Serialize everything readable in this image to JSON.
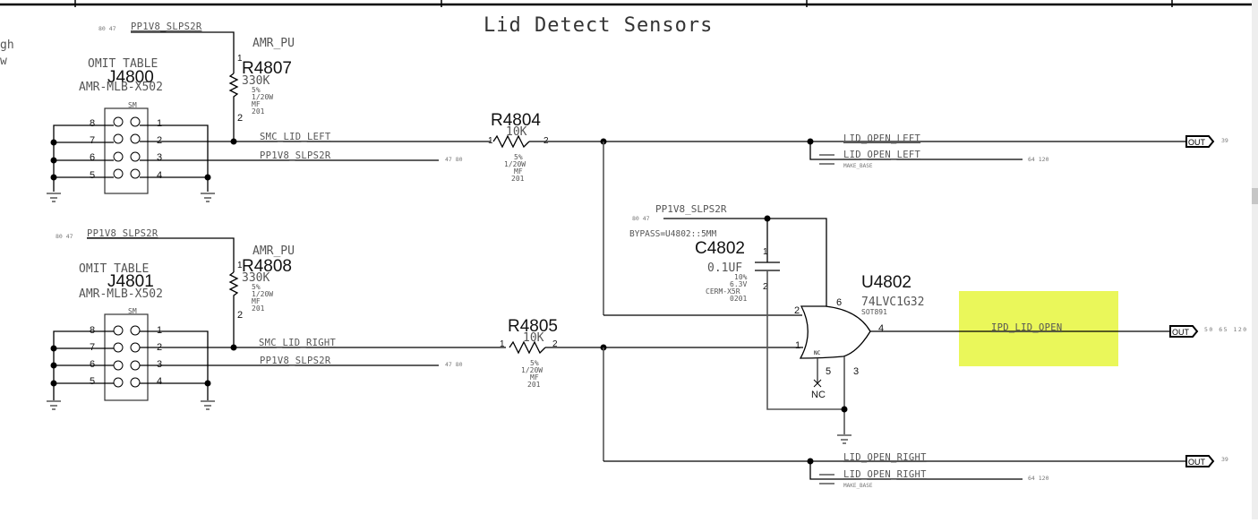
{
  "sheet": {
    "title": "Lid Detect Sensors",
    "edge_text": [
      "gh",
      "w"
    ]
  },
  "colors": {
    "highlight": "#eaf75a",
    "wire": "#000000",
    "net_label": "#555555"
  },
  "connectors": [
    {
      "refdes": "J4800",
      "omit": "OMIT TABLE",
      "part": "AMR-MLB-X502",
      "package": "SM",
      "left_pins": [
        "8",
        "7",
        "6",
        "5"
      ],
      "right_pins": [
        "1",
        "2",
        "3",
        "4"
      ]
    },
    {
      "refdes": "J4801",
      "omit": "OMIT TABLE",
      "part": "AMR-MLB-X502",
      "package": "SM",
      "left_pins": [
        "8",
        "7",
        "6",
        "5"
      ],
      "right_pins": [
        "1",
        "2",
        "3",
        "4"
      ]
    }
  ],
  "pullups": [
    {
      "refdes": "R4807",
      "group": "AMR_PU",
      "value": "330K",
      "tol": "5%",
      "power": "1/20W",
      "type": "MF",
      "size": "201",
      "pin1": "1",
      "pin2": "2",
      "supply": {
        "name": "PP1V8_SLPS2R",
        "refs": "80 47"
      }
    },
    {
      "refdes": "R4808",
      "group": "AMR_PU",
      "value": "330K",
      "tol": "5%",
      "power": "1/20W",
      "type": "MF",
      "size": "201",
      "pin1": "1",
      "pin2": "2",
      "supply": {
        "name": "PP1V8_SLPS2R",
        "refs": "80 47"
      }
    }
  ],
  "series_resistors": [
    {
      "refdes": "R4804",
      "value": "10K",
      "tol": "5%",
      "power": "1/20W",
      "type": "MF",
      "size": "201",
      "pin1": "1",
      "pin2": "2"
    },
    {
      "refdes": "R4805",
      "value": "10K",
      "tol": "5%",
      "power": "1/20W",
      "type": "MF",
      "size": "201",
      "pin1": "1",
      "pin2": "2"
    }
  ],
  "nets": {
    "smc_lid_left": "SMC_LID_LEFT",
    "smc_lid_right": "SMC_LID_RIGHT",
    "pp_left": {
      "name": "PP1V8_SLPS2R",
      "refs": "47 80"
    },
    "pp_right": {
      "name": "PP1V8_SLPS2R",
      "refs": "47 80"
    },
    "gate_supply": {
      "name": "PP1V8_SLPS2R",
      "refs": "80 47"
    },
    "lid_open_left": {
      "name": "LID_OPEN_LEFT",
      "port": "OUT",
      "refs": "39"
    },
    "lid_open_left_base": {
      "name": "LID_OPEN_LEFT",
      "tag": "MAKE_BASE",
      "refs": "64 120"
    },
    "lid_open_right": {
      "name": "LID_OPEN_RIGHT",
      "port": "OUT",
      "refs": "39"
    },
    "lid_open_right_base": {
      "name": "LID_OPEN_RIGHT",
      "tag": "MAKE_BASE",
      "refs": "64 120"
    },
    "ipd_lid_open": {
      "name": "IPD_LID_OPEN",
      "port": "OUT",
      "refs": "50 65 120"
    }
  },
  "capacitor": {
    "refdes": "C4802",
    "bypass": "BYPASS=U4802::5MM",
    "value": "0.1UF",
    "tol": "10%",
    "voltage": "6.3V",
    "dielectric": "CERM-X5R",
    "size": "0201",
    "pin1": "1",
    "pin2": "2"
  },
  "gate": {
    "refdes": "U4802",
    "part": "74LVC1G32",
    "package": "SOT891",
    "pins": {
      "in_a": "2",
      "in_b": "1",
      "vcc": "6",
      "out": "4",
      "nc": "5",
      "gnd": "3"
    },
    "nc_inner": "NC",
    "nc_label": "NC"
  }
}
